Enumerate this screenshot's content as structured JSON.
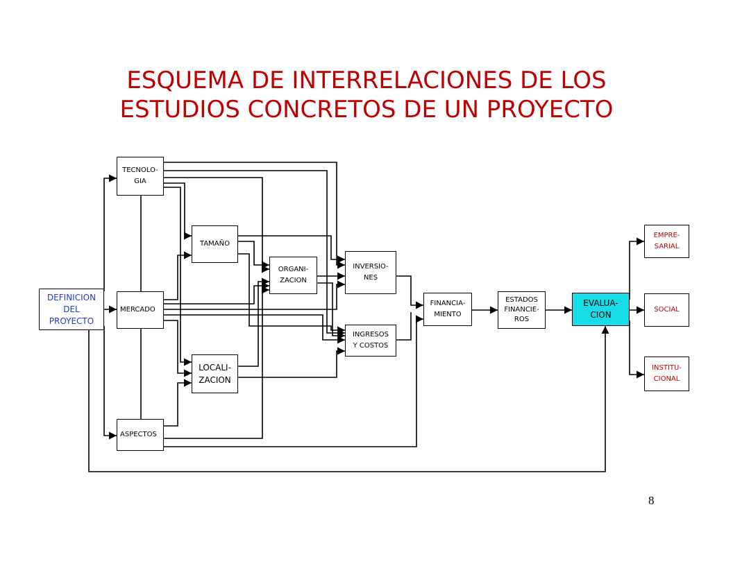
{
  "title": {
    "line1": "ESQUEMA DE INTERRELACIONES DE LOS",
    "line2": "ESTUDIOS CONCRETOS DE UN PROYECTO"
  },
  "page_number": "8",
  "boxes": {
    "definicion": [
      "DEFINICION",
      "DEL",
      "PROYECTO"
    ],
    "tecnologia": [
      "TECNOLO-",
      "GIA"
    ],
    "mercado": [
      "MERCADO"
    ],
    "aspectos": [
      "ASPECTOS"
    ],
    "tamano": [
      "TAMAÑO"
    ],
    "localizacion": [
      "LOCALI-",
      "ZACION"
    ],
    "organizacion": [
      "ORGANI-",
      "ZACION"
    ],
    "inversiones": [
      "INVERSIO-",
      "NES"
    ],
    "ingresos": [
      "INGRESOS",
      "Y COSTOS"
    ],
    "financiamiento": [
      "FINANCIA-",
      "MIENTO"
    ],
    "estados": [
      "ESTADOS",
      "FINANCIE-",
      "ROS"
    ],
    "evaluacion": [
      "EVALUA-",
      "CION"
    ],
    "empresarial": [
      "EMPRE-",
      "SARIAL"
    ],
    "social": [
      "SOCIAL"
    ],
    "institucional": [
      "INSTITU-",
      "CIONAL"
    ]
  },
  "colors": {
    "title": "#c00000",
    "definicion_text": "#1f3fbf",
    "evaluacion_fill": "#17dce8",
    "outcome_text": "#c00000"
  }
}
